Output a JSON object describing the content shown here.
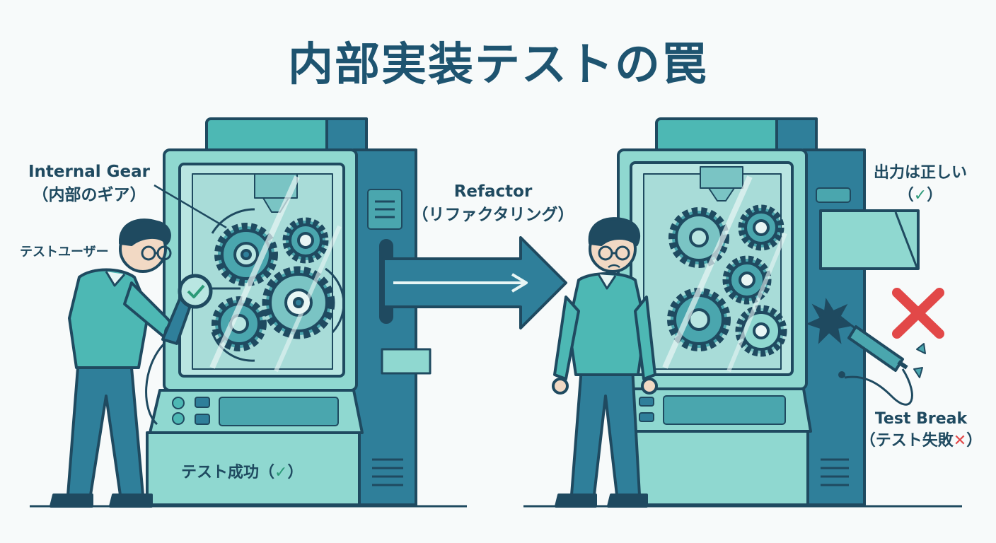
{
  "title": "内部実装テストの罠",
  "left": {
    "internal_gear": "Internal Gear",
    "internal_gear_jp": "（内部のギア）",
    "test_user": "テストユーザー",
    "test_success": "テスト成功（",
    "test_success_mark": "✓",
    "paren_close": "）"
  },
  "middle": {
    "refactor": "Refactor",
    "refactor_jp": "（リファクタリング）"
  },
  "right": {
    "output_correct": "出力は正しい",
    "output_mark_open": "（",
    "output_mark": "✓",
    "output_mark_close": "）",
    "test_break": "Test Break",
    "test_fail_prefix": "（テスト失敗",
    "test_fail_mark": "✕",
    "test_fail_close": "）"
  },
  "colors": {
    "teal_dark": "#2f7f9a",
    "teal_mid": "#4db8b4",
    "teal_light": "#8fd8d0",
    "glass": "#b9e6e2",
    "outline": "#1f4a60",
    "success": "#2c9a78",
    "error": "#e24848"
  }
}
